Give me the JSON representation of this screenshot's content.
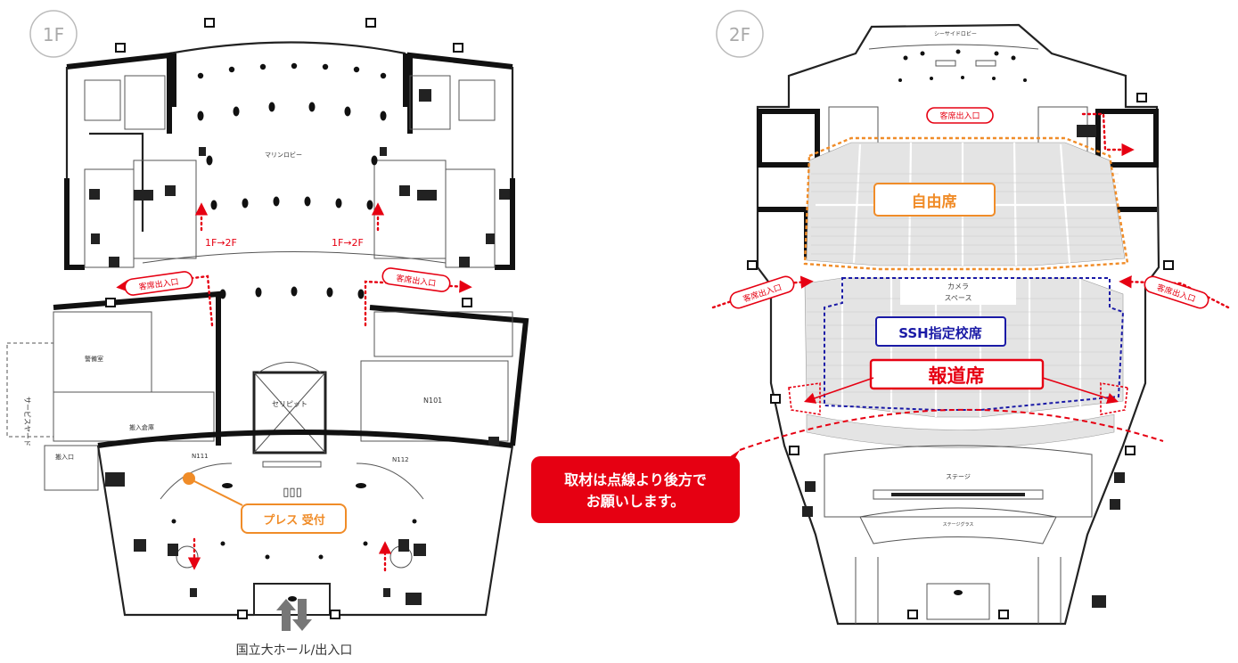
{
  "floor1": {
    "badge": "1F",
    "lobby_label": "マリンロビー",
    "rooms": {
      "keibi": "警備室",
      "hannyu_soko": "搬入倉庫",
      "hannyu_guchi": "搬入口",
      "service_yard": "サービスヤード",
      "n101": "N101",
      "n111": "N111",
      "n112": "N112",
      "serepito": "セリピット"
    },
    "stair_left_label": "1F→2F",
    "stair_right_label": "1F→2F",
    "entrance_left_label": "客席出入口",
    "entrance_right_label": "客席出入口",
    "press_reception": "プレス 受付",
    "center_glyph": "▯▯▯",
    "main_entrance": "国立大ホール/出入口"
  },
  "floor2": {
    "badge": "2F",
    "seaside_lobby": "シーサイドロビー",
    "entrance_top_label": "客席出入口",
    "entrance_left_label": "客席出入口",
    "entrance_right_label": "客席出入口",
    "free_seats": "自由席",
    "camera_space": "カメラ\nスペース",
    "camera_line1": "カメラ",
    "camera_line2": "スペース",
    "ssh_seats": "SSH指定校席",
    "press_seats": "報道席",
    "stage": "ステージ",
    "stage_sub": "ステージグラス"
  },
  "notice": {
    "line1": "取材は点線より後方で",
    "line2": "お願いします。"
  },
  "colors": {
    "red": "#e60012",
    "orange": "#f08c28",
    "blue": "#1a1aa6",
    "seat": "#e4e4e4",
    "badge_border": "#bbbbbb"
  },
  "icons": [
    "emergency-exit-icon",
    "restroom-icon",
    "wheelchair-icon",
    "phone-icon",
    "elevator-icon",
    "aed-icon",
    "up-arrow-icon",
    "down-arrow-icon"
  ]
}
